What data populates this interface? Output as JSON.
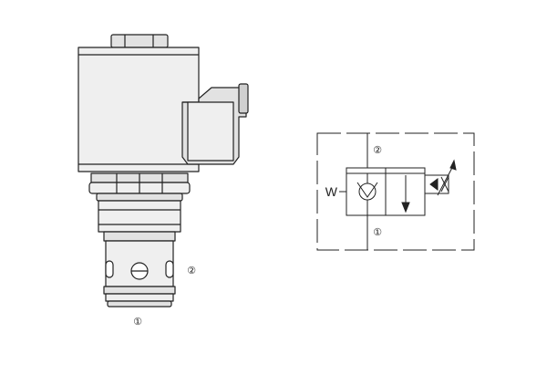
{
  "colors": {
    "stroke": "#222222",
    "fill_light": "#efefef",
    "fill_mid": "#e2e2e2",
    "fill_dark": "#cfcfcf",
    "background": "#ffffff"
  },
  "valve_drawing": {
    "port_labels": {
      "port_2": "②",
      "port_1": "①"
    }
  },
  "hydraulic_symbol": {
    "port_labels": {
      "port_2": "②",
      "port_1": "①"
    },
    "spring_label": "W"
  }
}
